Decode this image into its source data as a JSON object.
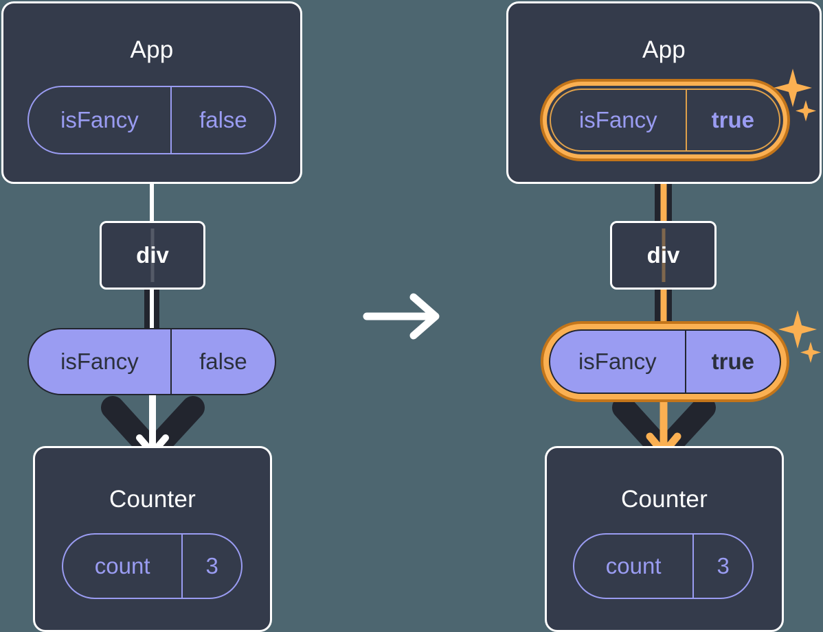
{
  "diagram": {
    "title_semantic": "react-state-propagation-before-after",
    "background_color": "#4d6670",
    "card_color": "#343b4b",
    "accent_lavender": "#9a9cf2",
    "accent_amber": "#fbb052",
    "accent_amber_dark": "#c3751a",
    "transition_icon": "arrow-right-icon"
  },
  "before": {
    "app": {
      "title": "App",
      "state_pill": {
        "key": "isFancy",
        "value": "false",
        "style": "outline"
      }
    },
    "div": {
      "label": "div"
    },
    "prop_pill": {
      "key": "isFancy",
      "value": "false",
      "style": "solid"
    },
    "counter": {
      "title": "Counter",
      "state_pill": {
        "key": "count",
        "value": "3",
        "style": "outline"
      }
    }
  },
  "after": {
    "app": {
      "title": "App",
      "state_pill": {
        "key": "isFancy",
        "value": "true",
        "style": "outline",
        "highlighted": "true"
      },
      "sparkle_icon": "sparkles-icon"
    },
    "div": {
      "label": "div"
    },
    "prop_pill": {
      "key": "isFancy",
      "value": "true",
      "style": "solid",
      "highlighted": "true"
    },
    "sparkle_icon": "sparkles-icon",
    "counter": {
      "title": "Counter",
      "state_pill": {
        "key": "count",
        "value": "3",
        "style": "outline"
      }
    }
  }
}
